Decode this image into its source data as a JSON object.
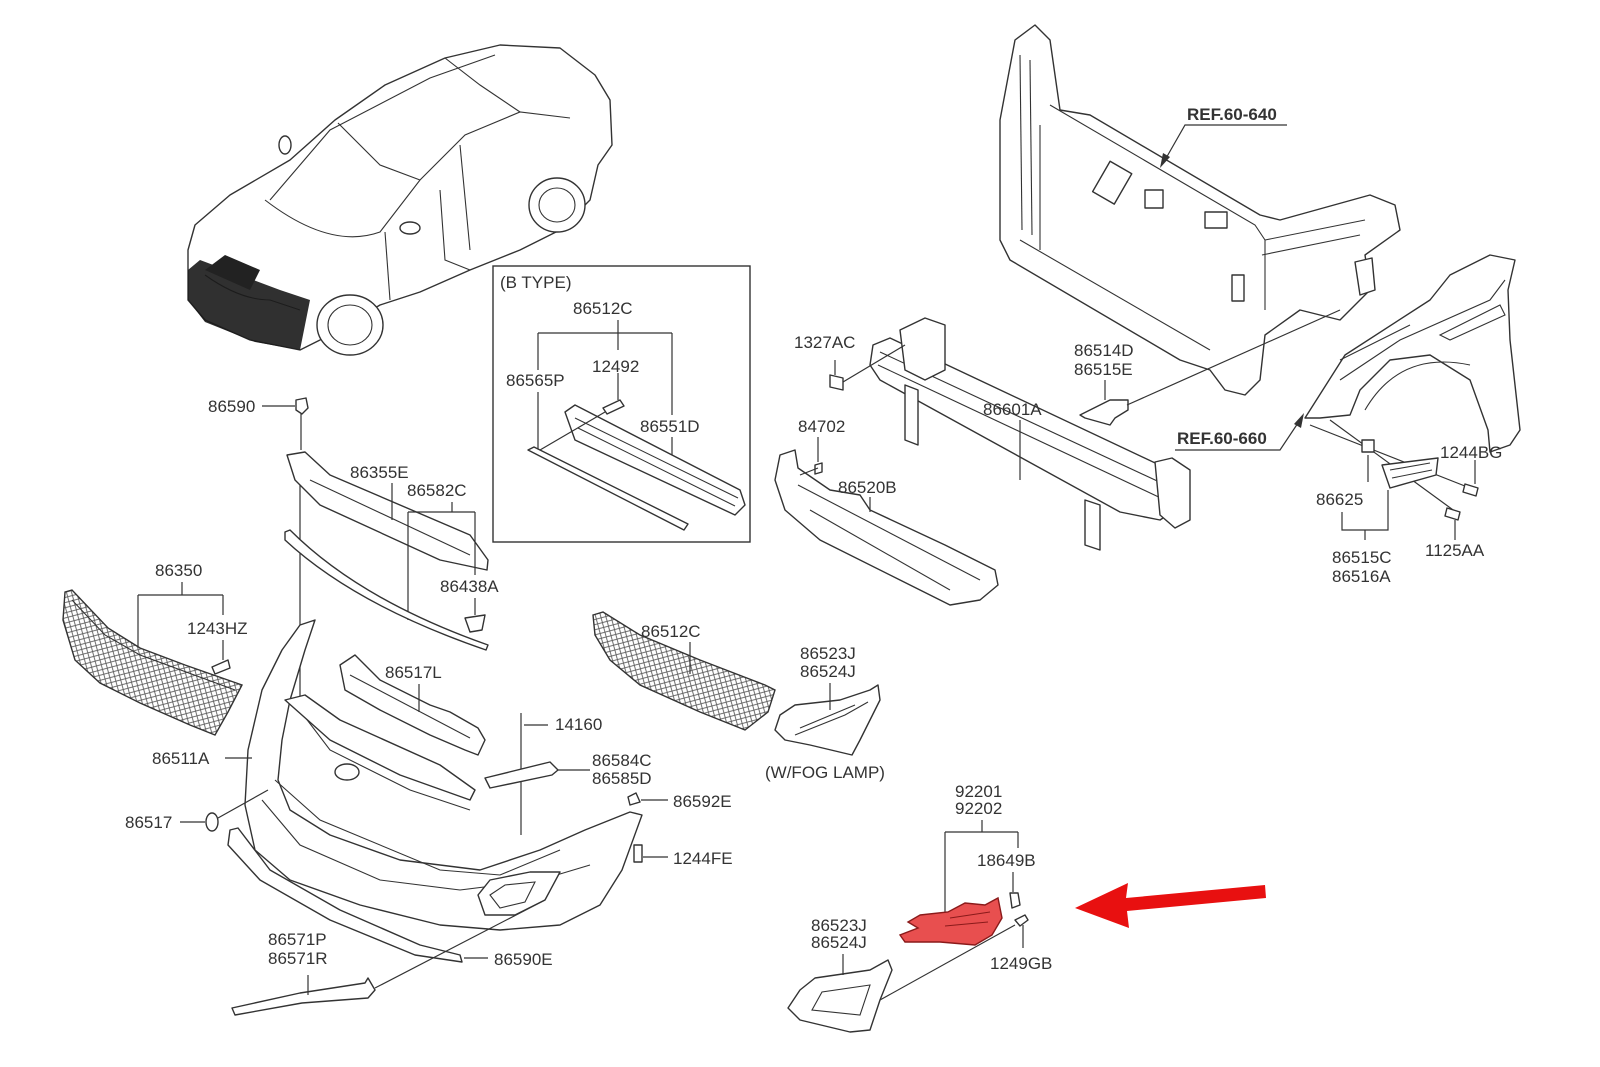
{
  "diagram": {
    "title": "Front Bumper Assembly Parts Diagram",
    "highlight_color": "#e84f4f",
    "arrow_color": "#e81010",
    "line_color": "#333333",
    "box_label": "(B TYPE)",
    "fog_note": "(W/FOG LAMP)",
    "references": {
      "ref_640": "REF.60-640",
      "ref_660": "REF.60-660"
    },
    "labels": {
      "p86590": "86590",
      "p86355E": "86355E",
      "p86582C": "86582C",
      "p86438A": "86438A",
      "p86350": "86350",
      "p1243HZ": "1243HZ",
      "p86517L": "86517L",
      "p14160": "14160",
      "p86511A": "86511A",
      "p86584C": "86584C",
      "p86585D": "86585D",
      "p86592E": "86592E",
      "p86517": "86517",
      "p1244FE": "1244FE",
      "p86571P": "86571P",
      "p86571R": "86571R",
      "p86590E": "86590E",
      "box_86512C": "86512C",
      "box_86565P": "86565P",
      "box_12492": "12492",
      "box_86551D": "86551D",
      "p86512C": "86512C",
      "p86523J_a": "86523J",
      "p86524J_a": "86524J",
      "p1327AC": "1327AC",
      "p84702": "84702",
      "p86520B": "86520B",
      "p86601A": "86601A",
      "p86514D": "86514D",
      "p86515E": "86515E",
      "p1244BG": "1244BG",
      "p86625": "86625",
      "p1125AA": "1125AA",
      "p86515C": "86515C",
      "p86516A": "86516A",
      "p92201": "92201",
      "p92202": "92202",
      "p18649B": "18649B",
      "p86523J_b": "86523J",
      "p86524J_b": "86524J",
      "p1249GB": "1249GB"
    },
    "highlighted_part": "92201 / 92202 Fog Lamp Assembly"
  }
}
